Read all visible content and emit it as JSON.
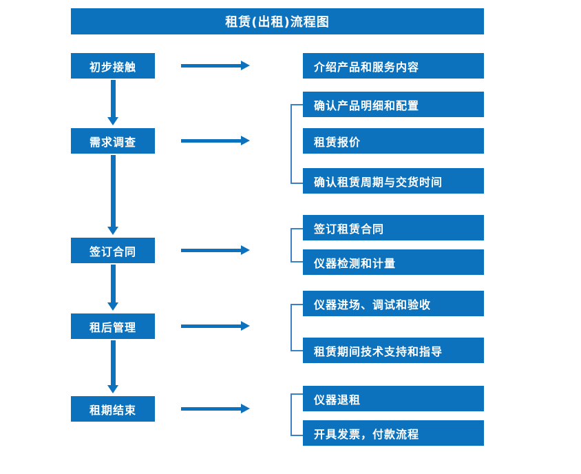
{
  "title": "租赁(出租)流程图",
  "colors": {
    "accent": "#0C72BD",
    "bracket": "#3B7FC4",
    "text_on_accent": "#FFFFFF",
    "background": "#FFFFFF"
  },
  "stages": [
    {
      "label": "初步接触"
    },
    {
      "label": "需求调查"
    },
    {
      "label": "签订合同"
    },
    {
      "label": "租后管理"
    },
    {
      "label": "租期结束"
    }
  ],
  "details": [
    {
      "label": "介绍产品和服务内容"
    },
    {
      "label": "确认产品明细和配置"
    },
    {
      "label": "租赁报价"
    },
    {
      "label": "确认租赁周期与交货时间"
    },
    {
      "label": "签订租赁合同"
    },
    {
      "label": "仪器检测和计量"
    },
    {
      "label": "仪器进场、调试和验收"
    },
    {
      "label": "租赁期间技术支持和指导"
    },
    {
      "label": "仪器退租"
    },
    {
      "label": "开具发票，付款流程"
    }
  ],
  "chart_data": {
    "type": "diagram",
    "title": "租赁(出租)流程图",
    "orientation": "vertical-flow-with-side-details",
    "nodes": [
      {
        "stage": "初步接触",
        "details": [
          "介绍产品和服务内容"
        ],
        "grouped": false
      },
      {
        "stage": "需求调查",
        "details": [
          "确认产品明细和配置",
          "租赁报价",
          "确认租赁周期与交货时间"
        ],
        "grouped": true
      },
      {
        "stage": "签订合同",
        "details": [
          "签订租赁合同",
          "仪器检测和计量"
        ],
        "grouped": true
      },
      {
        "stage": "租后管理",
        "details": [
          "仪器进场、调试和验收",
          "租赁期间技术支持和指导"
        ],
        "grouped": true
      },
      {
        "stage": "租期结束",
        "details": [
          "仪器退租",
          "开具发票，付款流程"
        ],
        "grouped": true
      }
    ],
    "edges": [
      {
        "from": "初步接触",
        "to": "需求调查",
        "type": "down-arrow"
      },
      {
        "from": "需求调查",
        "to": "签订合同",
        "type": "down-arrow"
      },
      {
        "from": "签订合同",
        "to": "租后管理",
        "type": "down-arrow"
      },
      {
        "from": "租后管理",
        "to": "租期结束",
        "type": "down-arrow"
      },
      {
        "from": "初步接触",
        "to": "介绍产品和服务内容",
        "type": "right-arrow"
      },
      {
        "from": "需求调查",
        "to": "确认产品明细和配置组",
        "type": "right-arrow"
      },
      {
        "from": "签订合同",
        "to": "签订租赁合同组",
        "type": "right-arrow"
      },
      {
        "from": "租后管理",
        "to": "仪器进场组",
        "type": "right-arrow"
      },
      {
        "from": "租期结束",
        "to": "仪器退租组",
        "type": "right-arrow"
      }
    ]
  }
}
